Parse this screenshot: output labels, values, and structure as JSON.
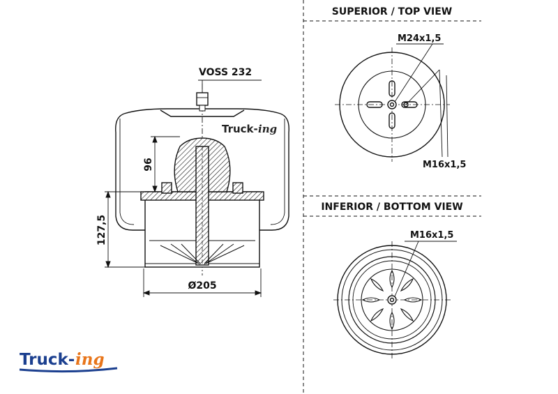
{
  "views": {
    "top_title": "SUPERIOR / TOP VIEW",
    "bottom_title": "INFERIOR / BOTTOM VIEW"
  },
  "labels": {
    "voss": "VOSS 232",
    "dim_96": "96",
    "dim_127": "127,5",
    "dim_205": "Ø205",
    "top_m24": "M24x1,5",
    "top_m16": "M16x1,5",
    "bottom_m16": "M16x1,5"
  },
  "watermark": {
    "brand": "Truck-",
    "suffix": "ing"
  },
  "logo": {
    "brand": "Truck-",
    "suffix": "ing"
  },
  "colors": {
    "ink": "#111111",
    "logo_blue": "#1b3f8f",
    "logo_orange": "#e8751a"
  }
}
